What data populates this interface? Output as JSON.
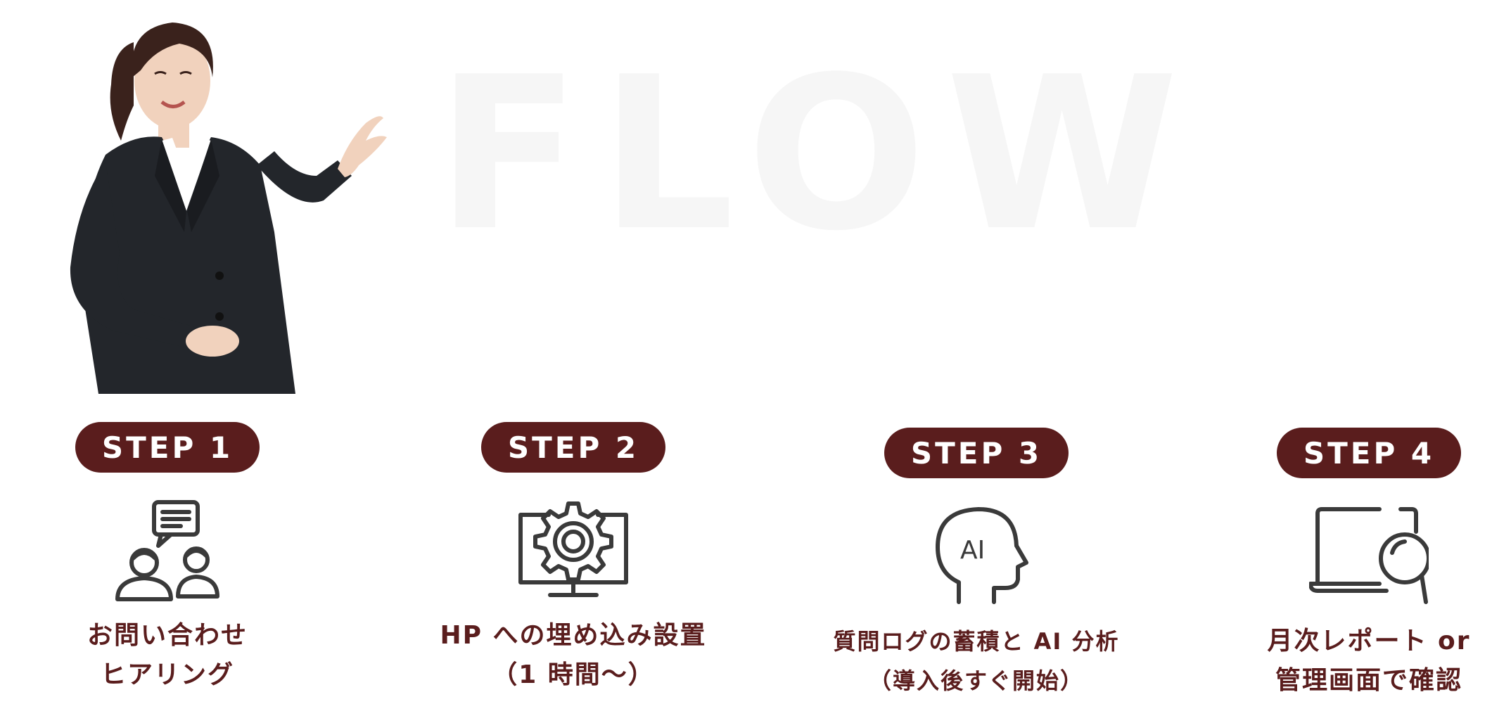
{
  "background_title": "FLOW",
  "colors": {
    "accent": "#5a1d1d",
    "icon_stroke": "#3a3a3a",
    "background_title": "#f6f6f6"
  },
  "steps": [
    {
      "badge": "STEP 1",
      "icon": "consultation-people-icon",
      "line1": "お問い合わせ",
      "line2": "ヒアリング"
    },
    {
      "badge": "STEP 2",
      "icon": "monitor-gear-icon",
      "line1": "HP への埋め込み設置",
      "line2": "（1 時間〜）"
    },
    {
      "badge": "STEP 3",
      "icon": "ai-head-icon",
      "line1": "質問ログの蓄積と AI 分析",
      "line2": "（導入後すぐ開始）"
    },
    {
      "badge": "STEP 4",
      "icon": "laptop-search-icon",
      "line1": "月次レポート or",
      "line2": "管理画面で確認"
    }
  ]
}
